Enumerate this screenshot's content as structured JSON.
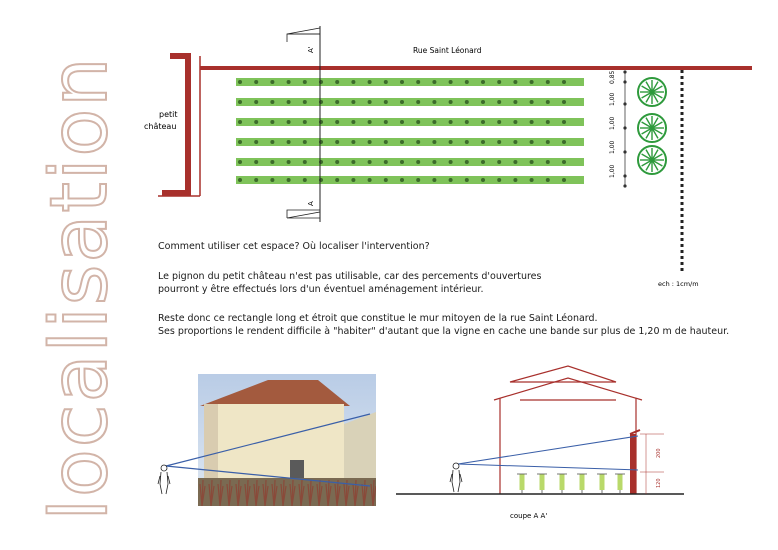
{
  "side_title": "localisation",
  "plan": {
    "street_label": "Rue Saint Léonard",
    "chateau_label_line1": "petit",
    "chateau_label_line2": "château",
    "section_mark_top": "A'",
    "section_mark_bottom": "A",
    "row_spacings": [
      "0,85",
      "1,00",
      "1,00",
      "1,00",
      "1,00"
    ],
    "scale_label": "ech : 1cm/m",
    "vine_rows": 6
  },
  "text": {
    "question": "Comment utiliser cet espace? Où localiser l'intervention?",
    "para1_line1": "Le pignon du petit château n'est pas utilisable, car des percements d'ouvertures",
    "para1_line2": "pourront y être effectués lors d'un éventuel aménagement intérieur.",
    "para2_line1": "Reste donc ce rectangle long et étroit que constitue le mur mitoyen de la rue Saint Léonard.",
    "para2_line2": "Ses proportions le rendent difficile à \"habiter\" d'autant que la vigne en cache une bande sur plus de 1,20 m de hauteur."
  },
  "section": {
    "caption": "coupe A A'",
    "dim_upper": "200",
    "dim_lower": "120"
  },
  "colors": {
    "wall_red": "#a8302c",
    "vine_green": "#7fc35a",
    "vine_dot": "#3c6b2a",
    "tree_green": "#2e9a3c",
    "sight_line_blue": "#3a5fa8",
    "title_outline": "#d2b4a8"
  }
}
